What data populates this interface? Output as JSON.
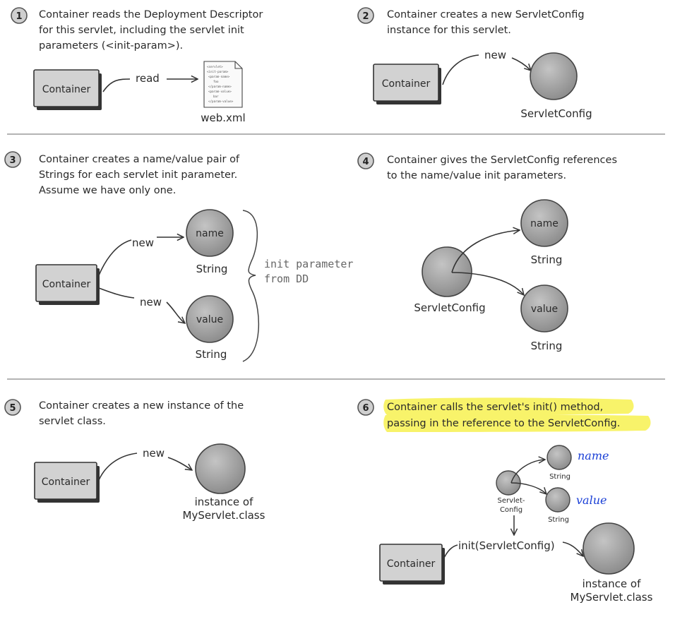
{
  "steps": [
    {
      "num": "1",
      "lines": [
        "Container reads the Deployment Descriptor",
        "for this servlet, including the servlet init",
        "parameters (<init-param>)."
      ]
    },
    {
      "num": "2",
      "lines": [
        "Container creates a new ServletConfig",
        "instance for this servlet."
      ]
    },
    {
      "num": "3",
      "lines": [
        "Container creates a name/value pair of",
        "Strings for each servlet init parameter.",
        "Assume we have only one."
      ]
    },
    {
      "num": "4",
      "lines": [
        "Container gives the ServletConfig references",
        "to the name/value init parameters."
      ]
    },
    {
      "num": "5",
      "lines": [
        "Container creates a new instance of the",
        "servlet class."
      ]
    },
    {
      "num": "6",
      "lines": [
        "Container calls the servlet's init() method,",
        "passing in the reference to the ServletConfig."
      ]
    }
  ],
  "labels": {
    "container": "Container",
    "read": "read",
    "web_xml": "web.xml",
    "new": "new",
    "servlet_config": "ServletConfig",
    "name": "name",
    "value": "value",
    "string": "String",
    "init_param_line1": "init parameter",
    "init_param_line2": "from DD",
    "instance_of": "instance of",
    "myservlet_class": "MyServlet.class",
    "servlet_small_1": "Servlet-",
    "servlet_small_2": "Config",
    "init_call": "init(ServletConfig)",
    "hand_name": "name",
    "hand_value": "value"
  },
  "doc_lines": [
    "<servlet>",
    "<init-param>",
    "<param-name>",
    "foo",
    "</param-name>",
    "<param-value>",
    "bar",
    "</param-value>"
  ],
  "colors": {
    "highlight": "#f8f36a",
    "blue_handwriting": "#1a3fd6",
    "node": "#a9a9a9"
  }
}
